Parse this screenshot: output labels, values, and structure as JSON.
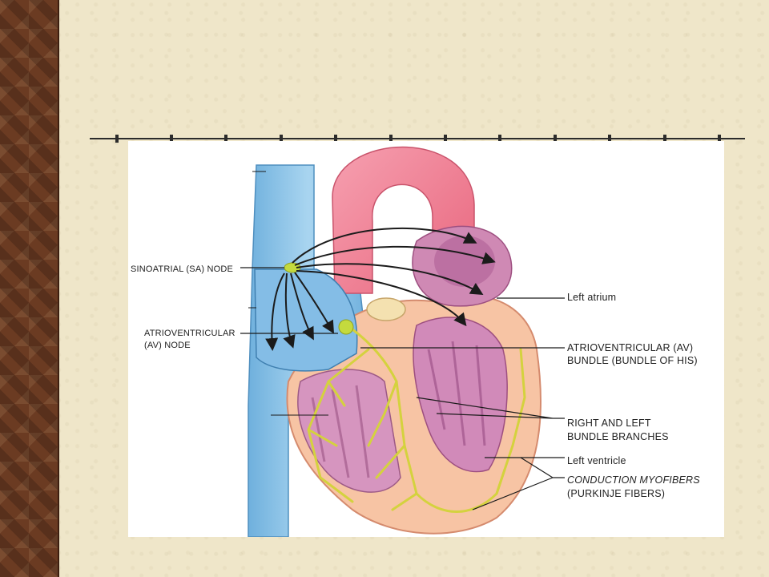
{
  "labels": {
    "sa_node": "SINOATRIAL (SA) NODE",
    "av_node_1": "ATRIOVENTRICULAR",
    "av_node_2": "(AV) NODE",
    "left_atrium": "Left atrium",
    "av_bundle_1": "ATRIOVENTRICULAR (AV)",
    "av_bundle_2": "BUNDLE (BUNDLE OF HIS)",
    "bundle_branches_1": "RIGHT AND LEFT",
    "bundle_branches_2": "BUNDLE BRANCHES",
    "left_ventricle": "Left ventricle",
    "myofibers_1": "CONDUCTION MYOFIBERS",
    "myofibers_2": "(PURKINJE FIBERS)"
  },
  "colors": {
    "background": "#efe6c9",
    "strip": "#6b3b22",
    "vein_blue": "#8fc3e6",
    "artery_red": "#f07d92",
    "myocardium": "#f9c8a8",
    "chamber_purple": "#c27aa6",
    "conduction_yellow": "#d6d94a"
  }
}
